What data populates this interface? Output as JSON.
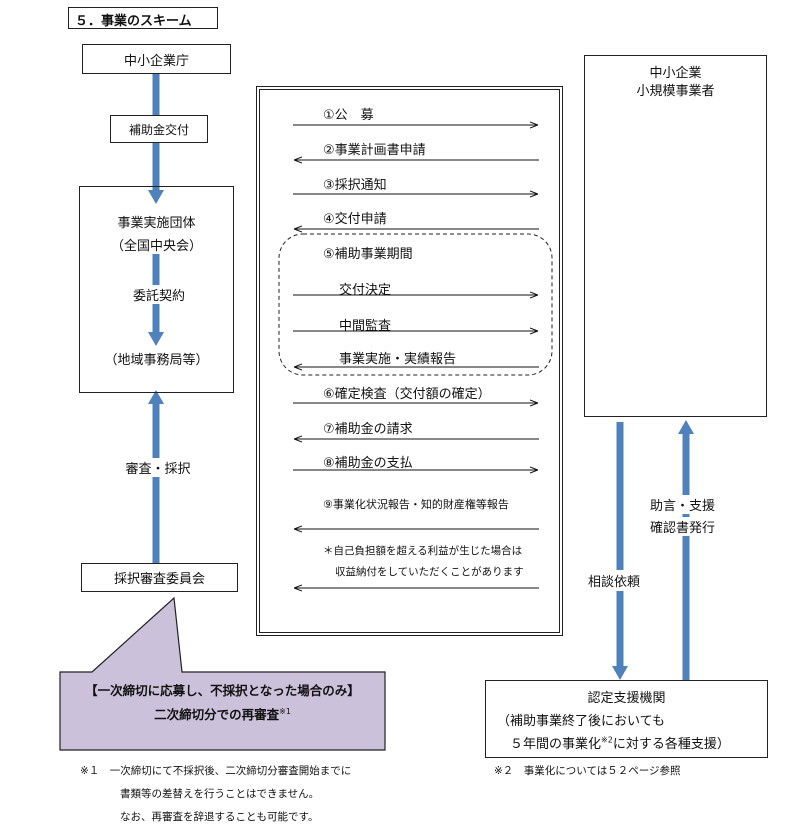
{
  "section_title": "５．事業のスキーム",
  "agency": "中小企業庁",
  "subsidy_grant": "補助金交付",
  "implementing_body": {
    "line1": "事業実施団体",
    "line2": "（全国中央会）",
    "contract": "委託契約",
    "line3": "（地域事務局等）"
  },
  "review_label": "審査・採択",
  "committee": "採択審査委員会",
  "callout": {
    "line1": "【一次締切に応募し、不採択となった場合のみ】",
    "line2": "二次締切分での再審査",
    "sup": "※1"
  },
  "notes_left": [
    "※１　一次締切にて不採択後、二次締切分審査開始までに",
    "書類等の差替えを行うことはできません。",
    "なお、再審査を辞退することも可能です。"
  ],
  "sme": {
    "line1": "中小企業",
    "line2": "小規模事業者"
  },
  "flow_steps": [
    "①公　募",
    "②事業計画書申請",
    "③採択通知",
    "④交付申請",
    "⑤補助事業期間",
    "交付決定",
    "中間監査",
    "事業実施・実績報告",
    "⑥確定検査（交付額の確定）",
    "⑦補助金の請求",
    "⑧補助金の支払",
    "⑨事業化状況報告・知的財産権等報告"
  ],
  "profit_note": [
    "＊自己負担額を超える利益が生じた場合は",
    "収益納付をしていただくことがあります"
  ],
  "consult": "相談依頼",
  "advice": {
    "line1": "助言・支援",
    "line2": "確認書発行"
  },
  "support_org": {
    "line1": "認定支援機関",
    "line2": "（補助事業終了後においても",
    "line3a": "５年間の事業化",
    "line3sup": "※2",
    "line3b": "に対する各種支援）"
  },
  "note_right": "※２　事業化については５２ページ参照",
  "colors": {
    "arrow_blue": "#4f81bd",
    "callout_fill": "#ccc1da",
    "callout_border": "#222222"
  }
}
